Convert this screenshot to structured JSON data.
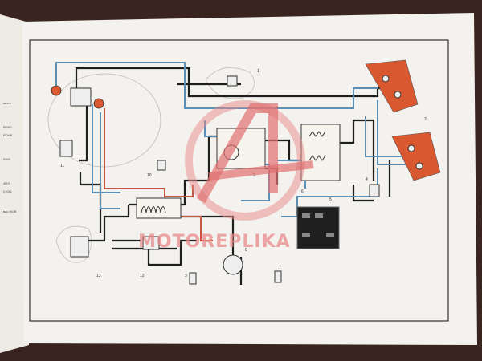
{
  "diagram": {
    "labels": [
      "1",
      "2",
      "3",
      "4",
      "5",
      "6",
      "7",
      "8",
      "9",
      "10",
      "11",
      "12",
      "13"
    ],
    "left_page_margin_text": [
      "шнее",
      "ВОКЕ.",
      "РОНЕ.",
      "0900.",
      "4ОЗ.",
      "(ООВ,",
      "вао НОВ"
    ]
  },
  "watermark": {
    "text": "MOTOREPLIKA"
  },
  "colors": {
    "wire_dark": "#1e1e1e",
    "wire_blue": "#5a90b8",
    "wire_red": "#c8553d",
    "lamp_orange": "#d9582f",
    "paper": "#f4f2ee"
  }
}
